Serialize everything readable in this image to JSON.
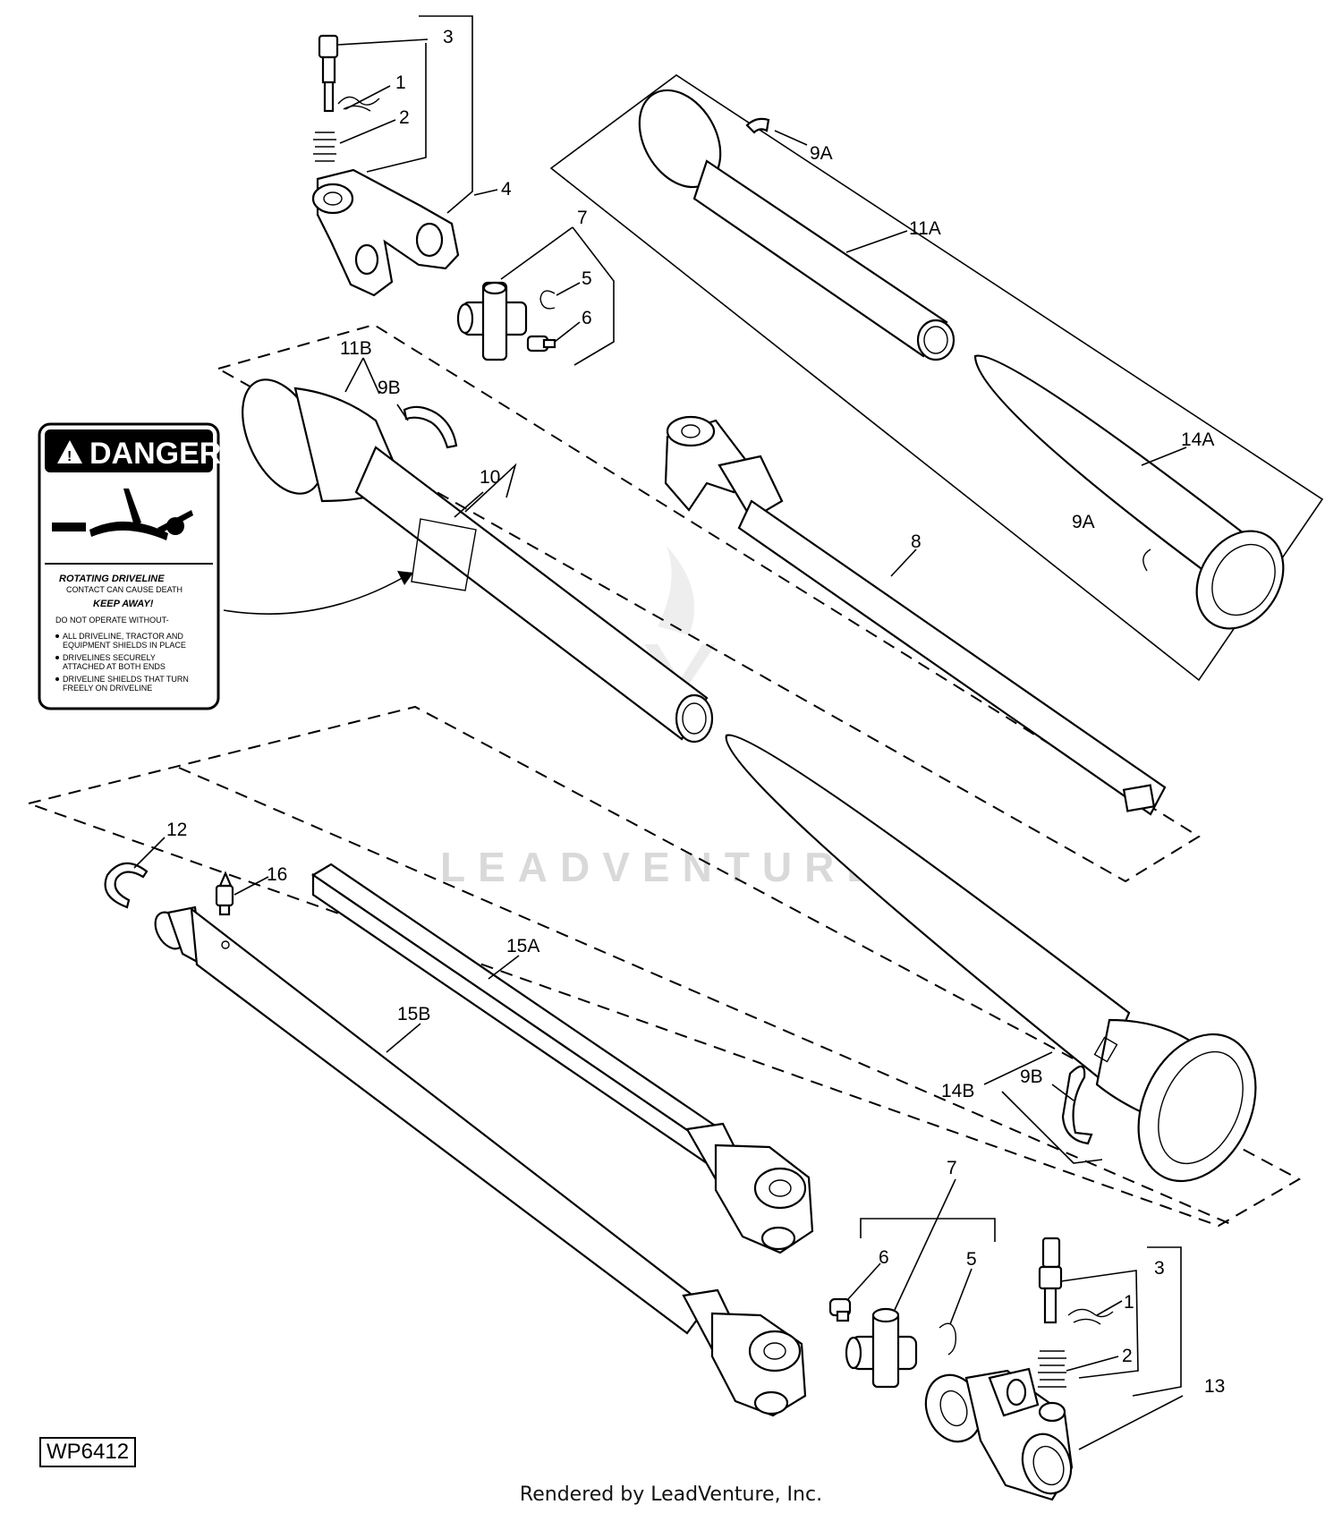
{
  "diagram": {
    "callouts": {
      "c1": "1",
      "c2": "2",
      "c3": "3",
      "c4": "4",
      "c5": "5",
      "c6": "6",
      "c7": "7",
      "c8": "8",
      "c9a_top": "9A",
      "c9a_right": "9A",
      "c9b_left": "9B",
      "c9b_right": "9B",
      "c10": "10",
      "c11a": "11A",
      "c11b": "11B",
      "c12": "12",
      "c13": "13",
      "c14a": "14A",
      "c14b": "14B",
      "c15a": "15A",
      "c15b": "15B",
      "c16": "16",
      "c1_lower": "1",
      "c2_lower": "2",
      "c3_lower": "3",
      "c5_lower": "5",
      "c6_lower": "6",
      "c7_lower": "7"
    },
    "danger_label": {
      "title": "DANGER",
      "heading": "ROTATING DRIVELINE",
      "line1": "CONTACT CAN CAUSE DEATH",
      "line2": "KEEP AWAY!",
      "line3": "DO NOT OPERATE WITHOUT-",
      "bullet1a": "ALL DRIVELINE, TRACTOR AND",
      "bullet1b": "EQUIPMENT SHIELDS IN PLACE",
      "bullet2a": "DRIVELINES SECURELY",
      "bullet2b": "ATTACHED AT BOTH ENDS",
      "bullet3a": "DRIVELINE SHIELDS THAT TURN",
      "bullet3b": "FREELY ON DRIVELINE"
    },
    "watermark": "LEADVENTURE",
    "figure_id": "WP6412",
    "credit": "Rendered by LeadVenture, Inc."
  }
}
